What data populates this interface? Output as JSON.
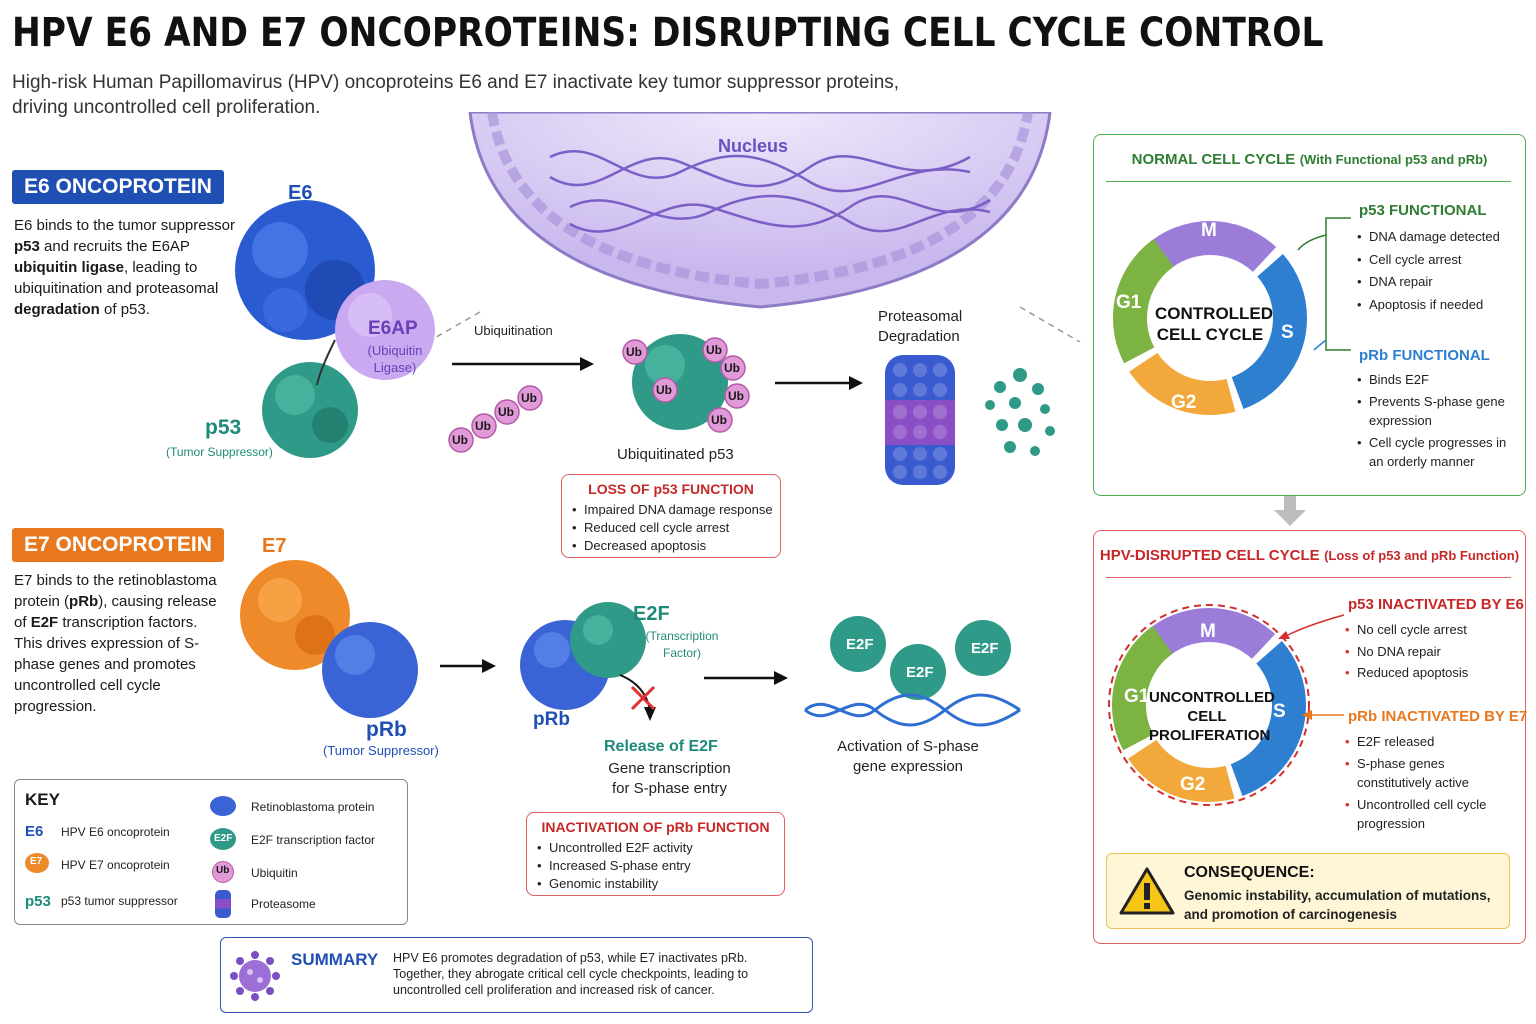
{
  "title": "HPV E6 AND E7 ONCOPROTEINS: DISRUPTING CELL CYCLE CONTROL",
  "subtitle": "High-risk Human Papillomavirus (HPV) oncoproteins E6 and E7 inactivate key tumor suppressor proteins, driving uncontrolled cell proliferation.",
  "nucleus_label": "Nucleus",
  "e6": {
    "header": "E6 ONCOPROTEIN",
    "desc_parts": [
      "E6 binds to the tumor suppressor ",
      "p53",
      " and recruits the E6AP ",
      "ubiquitin ligase",
      ", leading to ubiquitination and proteasomal ",
      "degradation",
      " of p53."
    ],
    "label_e6": "E6",
    "label_e6ap": "E6AP",
    "label_e6ap_sub": "(Ubiquitin Ligase)",
    "label_p53": "p53",
    "label_p53_sub": "(Tumor Suppressor)",
    "arrow_label": "Ubiquitination",
    "ub": "Ub",
    "ubiquitinated_label": "Ubiquitinated p53",
    "proteasome_label": "Proteasomal Degradation",
    "loss_box": {
      "title": "LOSS OF p53 FUNCTION",
      "items": [
        "Impaired DNA damage response",
        "Reduced cell cycle arrest",
        "Decreased apoptosis"
      ]
    }
  },
  "e7": {
    "header": "E7 ONCOPROTEIN",
    "desc_parts": [
      "E7 binds to the retinoblastoma protein (",
      "pRb",
      "), causing release of ",
      "E2F",
      " transcription factors. This drives expression of S-phase genes and promotes uncontrolled cell cycle progression."
    ],
    "label_e7": "E7",
    "label_prb": "pRb",
    "label_prb_sub": "(Tumor Suppressor)",
    "label_e2f": "E2F",
    "label_e2f_sub": "(Transcription Factor)",
    "label_prb2": "pRb",
    "release_title": "Release of E2F",
    "release_sub": "Gene transcription for S-phase entry",
    "activation_label": "Activation of S-phase gene expression",
    "e2f_chip": "E2F",
    "inact_box": {
      "title": "INACTIVATION OF pRb FUNCTION",
      "items": [
        "Uncontrolled E2F activity",
        "Increased S-phase entry",
        "Genomic instability"
      ]
    }
  },
  "key": {
    "title": "KEY",
    "items_left": [
      {
        "sym": "E6",
        "label": "HPV E6 oncoprotein"
      },
      {
        "sym": "E7",
        "label": "HPV E7 oncoprotein"
      },
      {
        "sym": "p53",
        "label": "p53 tumor suppressor"
      }
    ],
    "items_right": [
      {
        "sym": "",
        "label": "Retinoblastoma protein"
      },
      {
        "sym": "E2F",
        "label": "E2F transcription factor"
      },
      {
        "sym": "Ub",
        "label": "Ubiquitin"
      },
      {
        "sym": "",
        "label": "Proteasome"
      }
    ]
  },
  "summary": {
    "title": "SUMMARY",
    "text": "HPV E6 promotes degradation of p53, while E7 inactivates pRb. Together, they abrogate critical cell cycle checkpoints, leading to uncontrolled cell proliferation and increased risk of cancer."
  },
  "normal": {
    "title": "NORMAL CELL CYCLE",
    "title_sub": "(With Functional p53 and pRb)",
    "center": "CONTROLLED CELL CYCLE",
    "phases": [
      "M",
      "S",
      "G2",
      "G1"
    ],
    "p53_title": "p53 FUNCTIONAL",
    "p53_items": [
      "DNA damage detected",
      "Cell cycle arrest",
      "DNA repair",
      "Apoptosis if needed"
    ],
    "prb_title": "pRb FUNCTIONAL",
    "prb_items": [
      "Binds E2F",
      "Prevents S-phase gene expression",
      "Cell cycle progresses in an orderly manner"
    ]
  },
  "disrupted": {
    "title": "HPV-DISRUPTED CELL CYCLE",
    "title_sub": "(Loss of p53 and pRb Function)",
    "center": "UNCONTROLLED CELL PROLIFERATION",
    "phases": [
      "M",
      "S",
      "G2",
      "G1"
    ],
    "p53_title": "p53 INACTIVATED BY E6",
    "p53_items": [
      "No cell cycle arrest",
      "No DNA repair",
      "Reduced apoptosis"
    ],
    "prb_title": "pRb INACTIVATED BY E7",
    "prb_items": [
      "E2F released",
      "S-phase genes constitutively active",
      "Uncontrolled cell cycle progression"
    ],
    "consequence_title": "CONSEQUENCE:",
    "consequence_text": "Genomic instability, accumulation of mutations, and promotion of carcinogenesis"
  },
  "colors": {
    "e6_blue": "#1f4fb3",
    "e7_orange": "#e8781e",
    "p53_teal": "#1f8a7a",
    "e6ap_purple": "#9b6fd6",
    "ub_pink": "#d46cc4",
    "normal_green": "#2e7d32",
    "disrupted_red": "#d32f2f",
    "phase_m": "#9c7cd9",
    "phase_s": "#2f7fd1",
    "phase_g2": "#f2a83a",
    "phase_g1": "#7cb342"
  }
}
